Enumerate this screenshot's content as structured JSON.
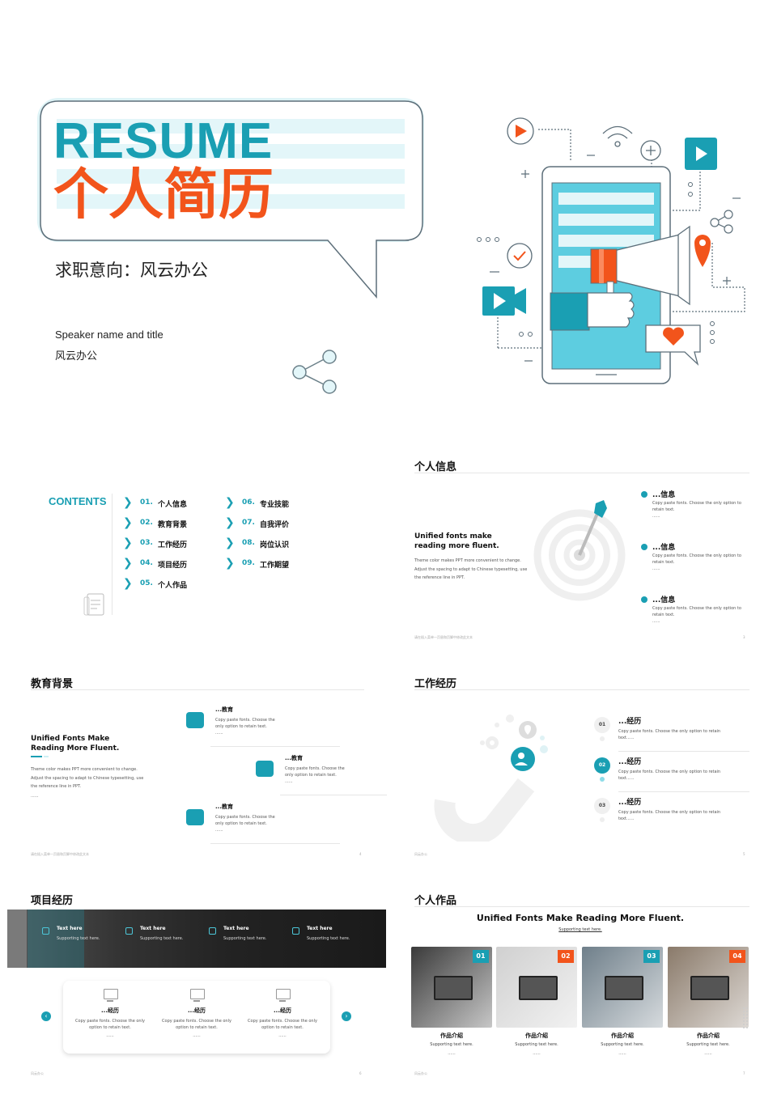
{
  "colors": {
    "teal": "#1a9fb3",
    "orange": "#f2541b",
    "light_teal": "#cff0f4"
  },
  "cover": {
    "resume": "RESUME",
    "title_cn": "个人简历",
    "job_intent": "求职意向：风云办公",
    "speaker": "Speaker name and title",
    "speaker_cn": "风云办公"
  },
  "contents": {
    "heading": "CONTENTS",
    "items": [
      {
        "num": "01.",
        "label": "个人信息"
      },
      {
        "num": "02.",
        "label": "教育背景"
      },
      {
        "num": "03.",
        "label": "工作经历"
      },
      {
        "num": "04.",
        "label": "项目经历"
      },
      {
        "num": "05.",
        "label": "个人作品"
      },
      {
        "num": "06.",
        "label": "专业技能"
      },
      {
        "num": "07.",
        "label": "自我评价"
      },
      {
        "num": "08.",
        "label": "岗位认识"
      },
      {
        "num": "09.",
        "label": "工作期望"
      }
    ]
  },
  "info": {
    "title": "个人信息",
    "lead1": "Unified fonts make",
    "lead2": "reading more fluent.",
    "body": "Theme color makes PPT more convenient to change. Adjust the spacing to adapt to Chinese typesetting, use the reference line in PPT.",
    "items": [
      {
        "title": "...信息",
        "text": "Copy paste fonts. Choose the only option to retain text.",
        "dots": "......"
      },
      {
        "title": "...信息",
        "text": "Copy paste fonts. Choose the only option to retain text.",
        "dots": "......"
      },
      {
        "title": "...信息",
        "text": "Copy paste fonts. Choose the only option to retain text.",
        "dots": "......"
      }
    ],
    "footer": "请在插入菜单—页眉和页脚中修改此文本",
    "page": "3"
  },
  "edu": {
    "title": "教育背景",
    "lead1": "Unified Fonts Make",
    "lead2": "Reading More Fluent.",
    "body": "Theme color makes PPT more convenient to change. Adjust the spacing to adapt to Chinese typesetting, use the reference line in PPT.",
    "dots": "......",
    "items": [
      {
        "title": "...教育",
        "text": "Copy paste fonts. Choose the only option to retain text.",
        "dots": "......"
      },
      {
        "title": "...教育",
        "text": "Copy paste fonts. Choose the only option to retain text.",
        "dots": "......"
      },
      {
        "title": "...教育",
        "text": "Copy paste fonts. Choose the only option to retain text.",
        "dots": "......"
      }
    ],
    "footer": "请在插入菜单—页眉和页脚中修改此文本",
    "page": "4"
  },
  "work": {
    "title": "工作经历",
    "items": [
      {
        "num": "01",
        "title": "...经历",
        "text": "Copy paste fonts. Choose the only option to retain text......"
      },
      {
        "num": "02",
        "title": "...经历",
        "text": "Copy paste fonts. Choose the only option to retain text......"
      },
      {
        "num": "03",
        "title": "...经历",
        "text": "Copy paste fonts. Choose the only option to retain text......"
      }
    ],
    "footer": "风云办公",
    "page": "5"
  },
  "project": {
    "title": "项目经历",
    "banner": [
      {
        "title": "Text here",
        "sub": "Supporting text here."
      },
      {
        "title": "Text here",
        "sub": "Supporting text here."
      },
      {
        "title": "Text here",
        "sub": "Supporting text here."
      },
      {
        "title": "Text here",
        "sub": "Supporting text here."
      }
    ],
    "cards": [
      {
        "title": "...经历",
        "text": "Copy paste fonts. Choose the only option to retain text.",
        "dots": "......"
      },
      {
        "title": "...经历",
        "text": "Copy paste fonts. Choose the only option to retain text.",
        "dots": "......"
      },
      {
        "title": "...经历",
        "text": "Copy paste fonts. Choose the only option to retain text.",
        "dots": "......"
      }
    ],
    "footer": "风云办公",
    "page": "6"
  },
  "works": {
    "title": "个人作品",
    "headline": "Unified Fonts Make Reading More Fluent.",
    "sub": "Supporting text here.",
    "items": [
      {
        "num": "01",
        "title": "作品介绍",
        "sub": "Supporting text here.",
        "dots": "......"
      },
      {
        "num": "02",
        "title": "作品介绍",
        "sub": "Supporting text here.",
        "dots": "......"
      },
      {
        "num": "03",
        "title": "作品介绍",
        "sub": "Supporting text here.",
        "dots": "......"
      },
      {
        "num": "04",
        "title": "作品介绍",
        "sub": "Supporting text here.",
        "dots": "......"
      }
    ],
    "footer": "风云办公",
    "page": "7"
  }
}
